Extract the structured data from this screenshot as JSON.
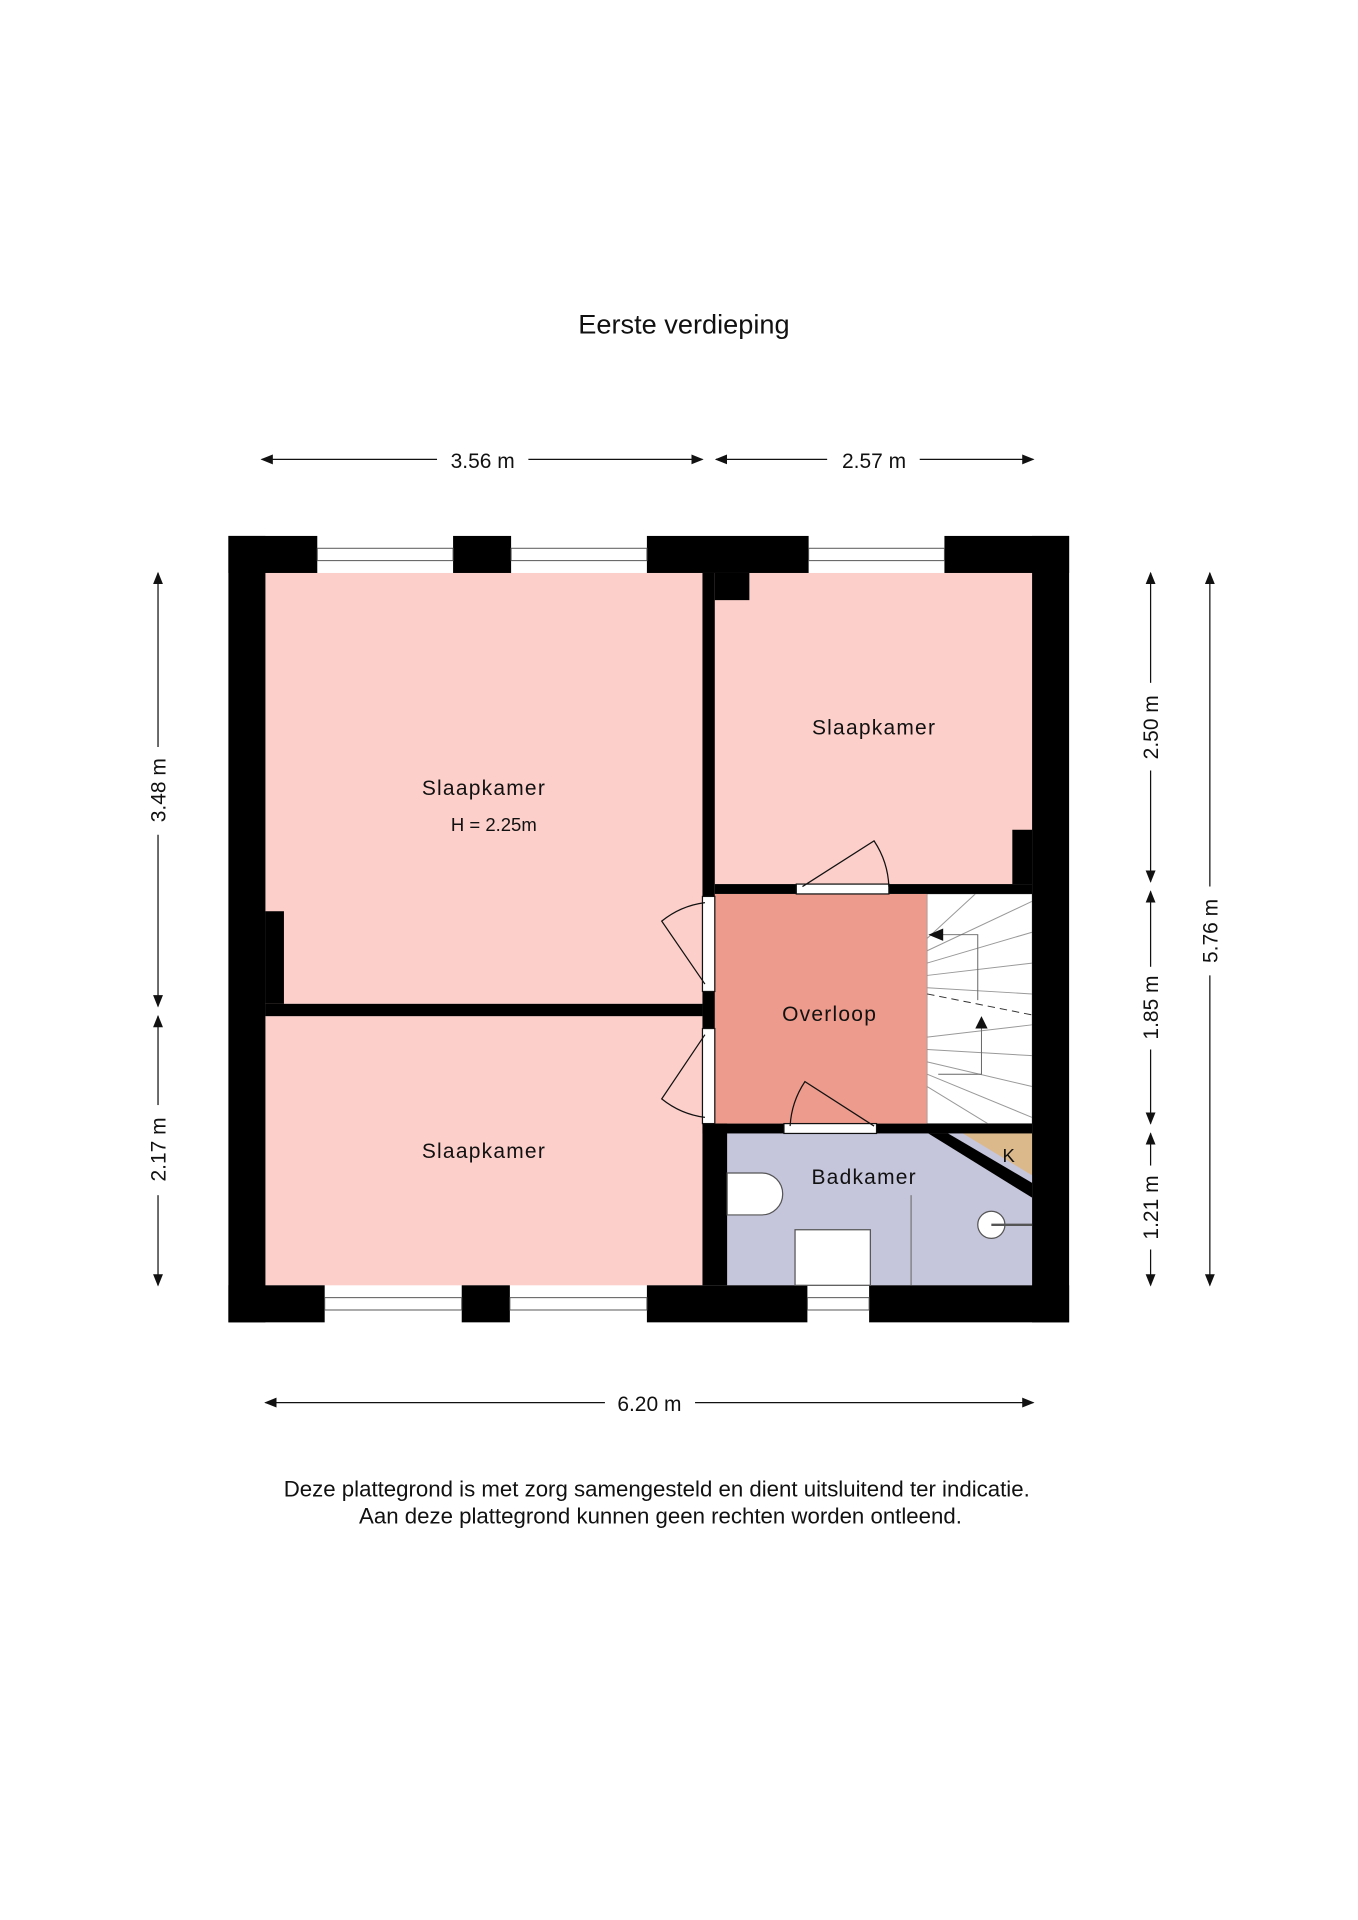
{
  "title": "Eerste verdieping",
  "rooms": {
    "bedroom_large": {
      "label": "Slaapkamer",
      "height": "H = 2.25m"
    },
    "bedroom_small": {
      "label": "Slaapkamer"
    },
    "bedroom_bottom": {
      "label": "Slaapkamer"
    },
    "landing": {
      "label": "Overloop"
    },
    "bathroom": {
      "label": "Badkamer"
    },
    "closet": {
      "label": "K"
    }
  },
  "dimensions": {
    "top_left": "3.56 m",
    "top_right": "2.57 m",
    "bottom": "6.20 m",
    "left_top": "3.48 m",
    "left_bottom": "2.17 m",
    "right_a": "2.50 m",
    "right_b": "1.85 m",
    "right_c": "1.21 m",
    "right_total": "5.76 m"
  },
  "colors": {
    "bedroom": "#fccfca",
    "landing": "#ec9b8c",
    "bathroom": "#c5c5dc",
    "closet": "#dcb98b"
  },
  "disclaimer": {
    "line1": "Deze plattegrond is met zorg samengesteld en dient uitsluitend ter indicatie.",
    "line2": "Aan deze plattegrond kunnen geen rechten worden ontleend."
  }
}
